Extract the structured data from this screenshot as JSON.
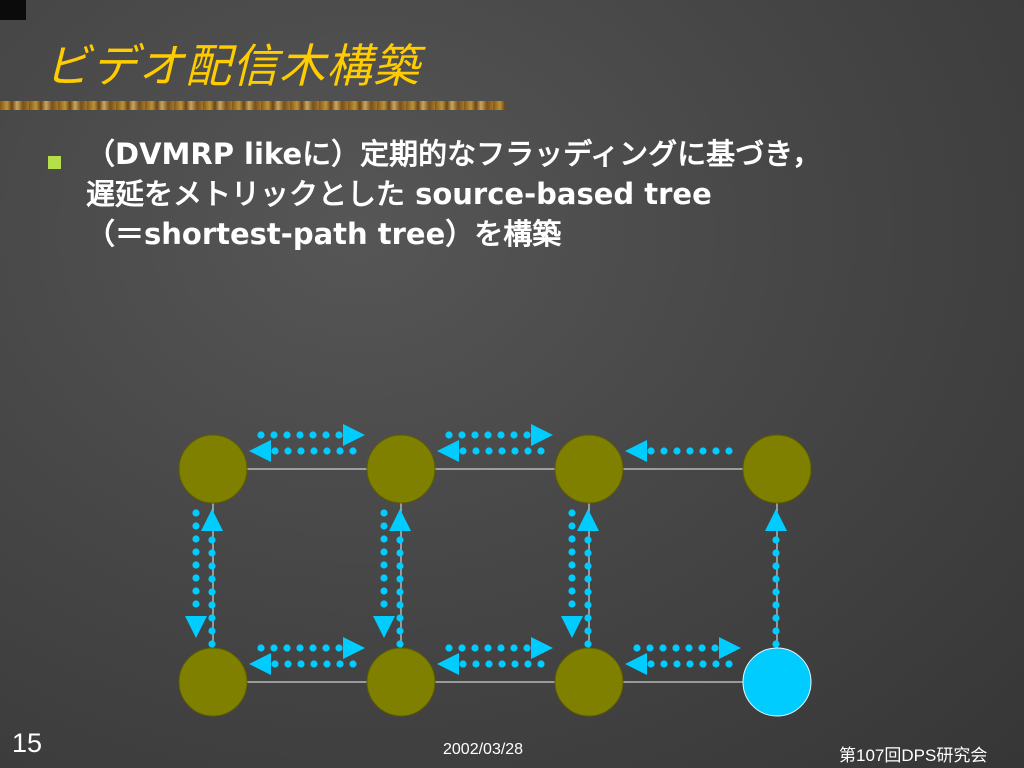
{
  "slide": {
    "title": "ビデオ配信木構築",
    "bullet_lines": [
      "（DVMRP likeに）定期的なフラッディングに基づき，",
      "遅延をメトリックとした source-based tree",
      "（＝shortest-path tree）を構築"
    ],
    "page_number": "15",
    "date": "2002/03/28",
    "conference": "第107回DPS研究会"
  },
  "colors": {
    "title": "#ffcc00",
    "node": "#7f7f00",
    "source_node": "#00ccff",
    "arrow": "#00ccff",
    "link": "#d0d0d0",
    "bullet": "#b4e04a"
  },
  "diagram": {
    "nodes": [
      {
        "id": "n1",
        "type": "router"
      },
      {
        "id": "n2",
        "type": "router"
      },
      {
        "id": "n3",
        "type": "router"
      },
      {
        "id": "n4",
        "type": "router"
      },
      {
        "id": "n5",
        "type": "router"
      },
      {
        "id": "n6",
        "type": "router"
      },
      {
        "id": "n7",
        "type": "router"
      },
      {
        "id": "n8",
        "type": "source"
      }
    ],
    "links": [
      {
        "from": "n1",
        "to": "n2"
      },
      {
        "from": "n2",
        "to": "n3"
      },
      {
        "from": "n3",
        "to": "n4"
      },
      {
        "from": "n5",
        "to": "n6"
      },
      {
        "from": "n6",
        "to": "n7"
      },
      {
        "from": "n7",
        "to": "n8"
      },
      {
        "from": "n1",
        "to": "n5"
      },
      {
        "from": "n2",
        "to": "n6"
      },
      {
        "from": "n3",
        "to": "n7"
      },
      {
        "from": "n4",
        "to": "n8"
      }
    ],
    "flooding_arrows": [
      {
        "link": "n1-n2",
        "directions": [
          "n1->n2",
          "n2->n1"
        ]
      },
      {
        "link": "n2-n3",
        "directions": [
          "n2->n3",
          "n3->n2"
        ]
      },
      {
        "link": "n3-n4",
        "directions": [
          "n4->n3"
        ]
      },
      {
        "link": "n5-n6",
        "directions": [
          "n5->n6",
          "n6->n5"
        ]
      },
      {
        "link": "n6-n7",
        "directions": [
          "n6->n7",
          "n7->n6"
        ]
      },
      {
        "link": "n7-n8",
        "directions": [
          "n7->n8",
          "n8->n7"
        ]
      },
      {
        "link": "n1-n5",
        "directions": [
          "n5->n1",
          "n1->n5"
        ]
      },
      {
        "link": "n2-n6",
        "directions": [
          "n6->n2",
          "n2->n6"
        ]
      },
      {
        "link": "n3-n7",
        "directions": [
          "n7->n3",
          "n3->n7"
        ]
      },
      {
        "link": "n4-n8",
        "directions": [
          "n8->n4"
        ]
      }
    ]
  }
}
